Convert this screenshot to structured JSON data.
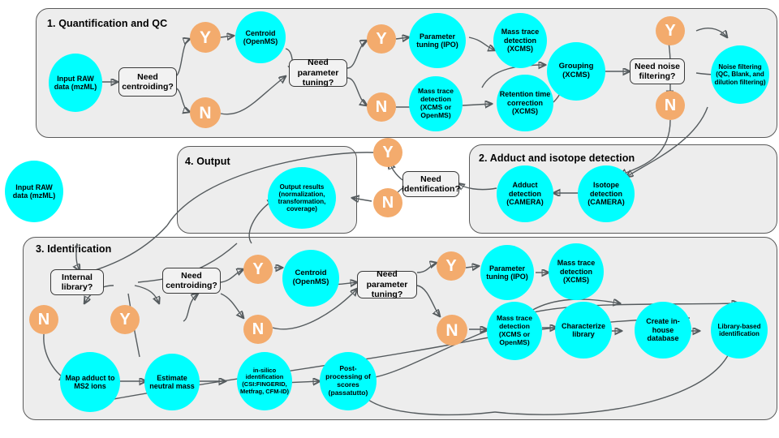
{
  "colors": {
    "process_node": "#00ffff",
    "decision_marker": "#f3ab6d",
    "panel_background": "#ededed",
    "panel_border": "#5a5a5a",
    "edge": "#555b5e",
    "decision_box": "#f2f2f2"
  },
  "panels": [
    {
      "id": "p1",
      "title": "1. Quantification and QC"
    },
    {
      "id": "p2",
      "title": "2. Adduct and isotope detection"
    },
    {
      "id": "p3",
      "title": "3. Identification"
    },
    {
      "id": "p4",
      "title": "4. Output"
    }
  ],
  "nodes": {
    "input_raw_1": "Input RAW data (mzML)",
    "centroid_1": "Centroid (OpenMS)",
    "param_tuning_1": "Parameter tuning (IPO)",
    "mass_trace_xcms_1": "Mass trace detection (XCMS)",
    "mass_trace_xcms_openms_1": "Mass trace detection (XCMS or OpenMS)",
    "rt_correction": "Retention time correction (XCMS)",
    "grouping": "Grouping (XCMS)",
    "noise_filtering": "Noise filtering (QC, Blank, and dilution filtering)",
    "adduct_detection": "Adduct detection (CAMERA)",
    "isotope_detection": "Isotope detection (CAMERA)",
    "output_results": "Output results (normalization, transformation, coverage)",
    "input_raw_2": "Input RAW data (mzML)",
    "centroid_2": "Centroid (OpenMS)",
    "param_tuning_2": "Parameter tuning (IPO)",
    "mass_trace_xcms_2": "Mass trace detection (XCMS)",
    "mass_trace_xcms_openms_2": "Mass trace detection (XCMS or OpenMS)",
    "characterize_library": "Characterize library",
    "create_database": "Create in-house database",
    "library_identification": "Library-based identification",
    "map_adduct": "Map adduct to MS2 ions",
    "estimate_mass": "Estimate neutral mass",
    "in_silico": "in-silico identification (CSI:FINGERID, Metfrag, CFM-ID)",
    "post_processing": "Post-processing of scores (passatutto)"
  },
  "decision_boxes": {
    "need_centroiding_1": "Need centroiding?",
    "need_parameter_tuning_1": "Need parameter tuning?",
    "need_noise_filtering": "Need noise filtering?",
    "need_identification": "Need Identification?",
    "internal_library": "Internal library?",
    "need_centroiding_2": "Need centroiding?",
    "need_parameter_tuning_2": "Need parameter tuning?"
  },
  "decision_markers": {
    "yes": "Y",
    "no": "N"
  }
}
